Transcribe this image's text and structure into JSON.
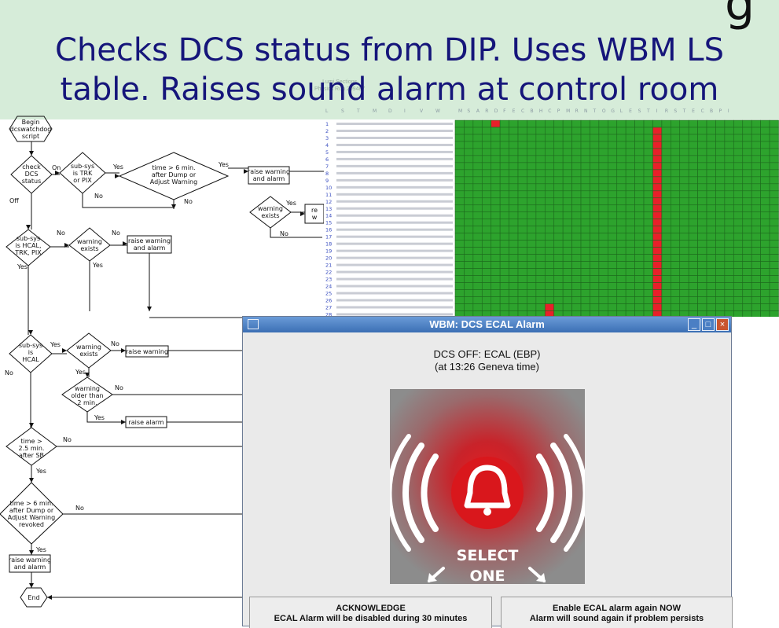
{
  "slide": {
    "title_line1": "Checks DCS status from DIP. Uses WBM LS",
    "title_line2": "table. Raises sound alarm at control room",
    "corner_glyph": "g"
  },
  "page_header": {
    "line1": "Lumi Sections",
    "line2": "Physics Run 209487"
  },
  "flowchart": {
    "begin": [
      "Begin",
      "dcswatchdog",
      "script"
    ],
    "check_dcs": [
      "check",
      "DCS",
      "status"
    ],
    "on_label": "On",
    "off_label": "Off",
    "subsys_trk_pix": [
      "sub-sys",
      "is TRK",
      "or PIX"
    ],
    "time_6min": [
      "time > 6 min.",
      "after Dump or",
      "Adjust Warning"
    ],
    "raise_warning_alarm": [
      "raise warning",
      "and alarm"
    ],
    "warning_exists": [
      "warning",
      "exists"
    ],
    "subsys_hcal_trk_pix": [
      "sub-sys",
      "is HCAL,",
      "TRK, PIX"
    ],
    "subsys_hcal": [
      "sub-sys",
      "is",
      "HCAL"
    ],
    "raise_warning": "raise warning",
    "warning_older": [
      "warning",
      "older than",
      "2 min."
    ],
    "raise_alarm": "raise alarm",
    "time_25min": [
      "time >",
      "2.5 min.",
      "after SB"
    ],
    "time_6min_revoked": [
      "time > 6 min.",
      "after Dump or",
      "Adjust Warning",
      "revoked"
    ],
    "end": "End",
    "yes": "Yes",
    "no": "No",
    "partial_box": [
      "re",
      "w"
    ]
  },
  "ls_table": {
    "rows": [
      "1",
      "2",
      "3",
      "4",
      "5",
      "6",
      "7",
      "8",
      "9",
      "10",
      "11",
      "12",
      "13",
      "14",
      "15",
      "16",
      "17",
      "18",
      "19",
      "20",
      "21",
      "22",
      "23",
      "24",
      "25",
      "26",
      "27",
      "28"
    ],
    "header_labels": [
      "L",
      "S",
      "T",
      "M",
      "D",
      "I",
      "V",
      "W",
      "M",
      "S",
      "A",
      "R",
      "D",
      "F",
      "E",
      "C",
      "B",
      "H",
      "C",
      "P",
      "M",
      "R",
      "N",
      "T",
      "O",
      "G",
      "L",
      "E",
      "S",
      "T",
      "I",
      "R",
      "S",
      "T",
      "E",
      "C",
      "B",
      "P",
      "I"
    ],
    "red_cells": [
      [
        0,
        4
      ],
      [
        1,
        22
      ],
      [
        2,
        22
      ],
      [
        3,
        22
      ],
      [
        4,
        22
      ],
      [
        5,
        22
      ],
      [
        6,
        22
      ],
      [
        7,
        22
      ],
      [
        8,
        22
      ],
      [
        9,
        22
      ],
      [
        10,
        22
      ],
      [
        11,
        22
      ],
      [
        12,
        22
      ],
      [
        13,
        22
      ],
      [
        14,
        22
      ],
      [
        15,
        22
      ],
      [
        16,
        22
      ],
      [
        17,
        22
      ],
      [
        18,
        22
      ],
      [
        19,
        22
      ],
      [
        20,
        22
      ],
      [
        21,
        22
      ],
      [
        22,
        22
      ],
      [
        23,
        22
      ],
      [
        24,
        22
      ],
      [
        25,
        22
      ],
      [
        26,
        22
      ],
      [
        27,
        22
      ],
      [
        26,
        10
      ],
      [
        27,
        10
      ]
    ],
    "colors": {
      "ok": "#2da32d",
      "alarm": "#e8202a",
      "grid": "#1d6a1d"
    }
  },
  "alarm_window": {
    "title": "WBM: DCS ECAL Alarm",
    "message_line1": "DCS OFF: ECAL (EBP)",
    "message_line2": "(at 13:26 Geneva time)",
    "panel_text1": "SELECT",
    "panel_text2": "ONE",
    "ack_line1": "ACKNOWLEDGE",
    "ack_line2": "ECAL Alarm will be disabled during 30 minutes",
    "enable_line1": "Enable ECAL alarm again NOW",
    "enable_line2": "Alarm will sound again if problem persists",
    "icons": [
      "window-menu-icon",
      "minimize-icon",
      "maximize-icon",
      "close-icon",
      "alarm-bell-icon"
    ]
  },
  "colors": {
    "title_text": "#15157a",
    "title_band": "#d6ecd9",
    "titlebar": "#3b6fb4",
    "alarm_red": "#e8202a"
  }
}
